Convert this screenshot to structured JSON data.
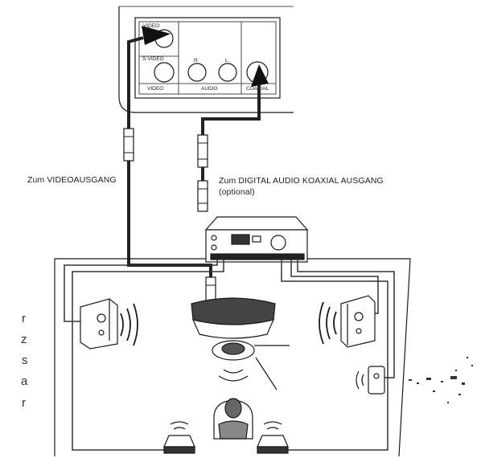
{
  "labels": {
    "video_out": "Zum VIDEOAUSGANG",
    "digital_out_line1": "Zum DIGITAL AUDIO KOAXIAL AUSGANG",
    "digital_out_line2": "(optional)"
  },
  "panel": {
    "video": "VIDEO",
    "s_video": "S-VIDEO",
    "video_bottom": "VIDEO",
    "r": "R",
    "l": "L",
    "audio": "AUDIO",
    "coaxial": "COAXIAL"
  },
  "margin_letters": [
    "r",
    "z",
    "s",
    "a",
    "r"
  ],
  "colors": {
    "line": "#1a1a1a",
    "cable": "#222222",
    "paper": "#ffffff"
  }
}
